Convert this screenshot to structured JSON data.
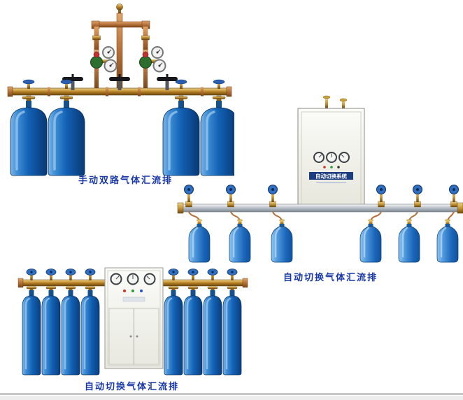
{
  "products": [
    {
      "caption": "手动双路气体汇流排",
      "cylinders": 4,
      "gauges": 4,
      "type": "manual-dual-line-manifold"
    },
    {
      "caption": "自动切换气体汇流排",
      "cabinet_label": "自动切换系统",
      "cylinders": 6,
      "gauges": 3,
      "type": "auto-switch-manifold-with-cabinet"
    },
    {
      "caption": "自动切换气体汇流排",
      "cylinders": 8,
      "gauges": 3,
      "type": "auto-switch-manifold-with-cabinet"
    }
  ],
  "colors": {
    "caption_text": "#1838a8",
    "cylinder_blue": "#1261b4",
    "bottle_blue": "#1b66b8",
    "brass": "#c89638",
    "copper": "#b4703a",
    "steel_pipe": "#b6bdc6",
    "cabinet_body": "#f2f2ec",
    "cabinet_label_strip": "#1c3d80"
  }
}
